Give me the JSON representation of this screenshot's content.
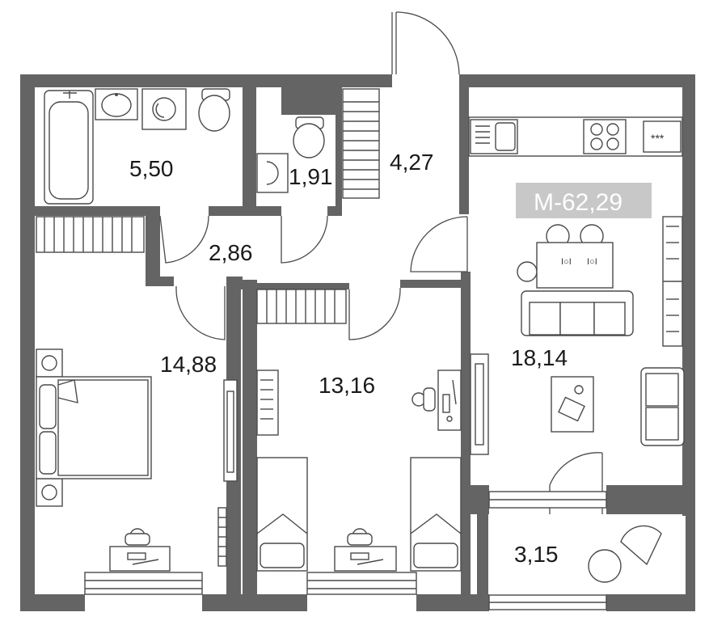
{
  "apartment": {
    "total_label": "М-62,29",
    "badge_color": "#c8c8c8",
    "wall_color": "#646464"
  },
  "rooms": [
    {
      "id": "bathroom",
      "area": "5,50"
    },
    {
      "id": "toilet",
      "area": "1,91"
    },
    {
      "id": "entrance-hall",
      "area": "4,27"
    },
    {
      "id": "corridor",
      "area": "2,86"
    },
    {
      "id": "bedroom-left",
      "area": "14,88"
    },
    {
      "id": "bedroom-middle",
      "area": "13,16"
    },
    {
      "id": "kitchen-living",
      "area": "18,14"
    },
    {
      "id": "balcony",
      "area": "3,15"
    }
  ],
  "icons": [
    "bathtub-icon",
    "sink-icon",
    "washing-machine-icon",
    "toilet-icon",
    "stove-icon",
    "dining-table-icon",
    "sofa-icon",
    "bed-icon",
    "desk-icon",
    "wardrobe-icon",
    "armchair-icon"
  ],
  "stove_panel_text": "***"
}
